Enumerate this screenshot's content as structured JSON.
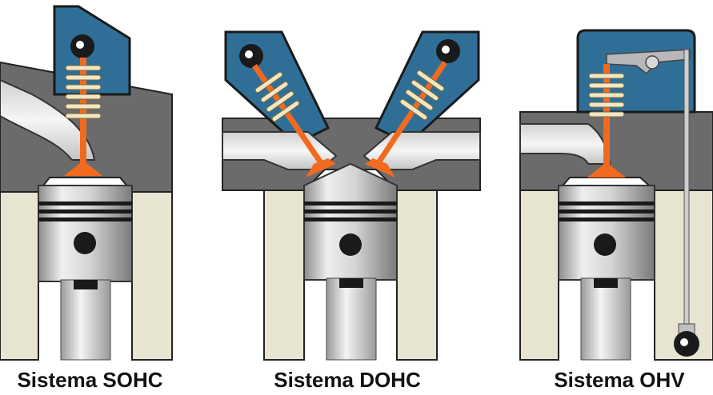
{
  "captions": {
    "sohc": "Sistema SOHC",
    "dohc": "Sistema DOHC",
    "ohv": "Sistema OHV"
  },
  "colors": {
    "head_gray": "#6b6b6b",
    "cam_blue": "#2f6f97",
    "valve_orange": "#f26a1f",
    "spring_cream": "#f3e6c3",
    "block_beige": "#e8e4d2",
    "piston_silver": "#c9c9c9",
    "port_white": "#e9e9e9",
    "dark": "#1a1a1a"
  },
  "icons": [
    "camshaft-icon",
    "valve-spring-icon",
    "valve-icon",
    "piston-icon",
    "connecting-rod-icon",
    "pushrod-icon",
    "rocker-arm-icon"
  ]
}
